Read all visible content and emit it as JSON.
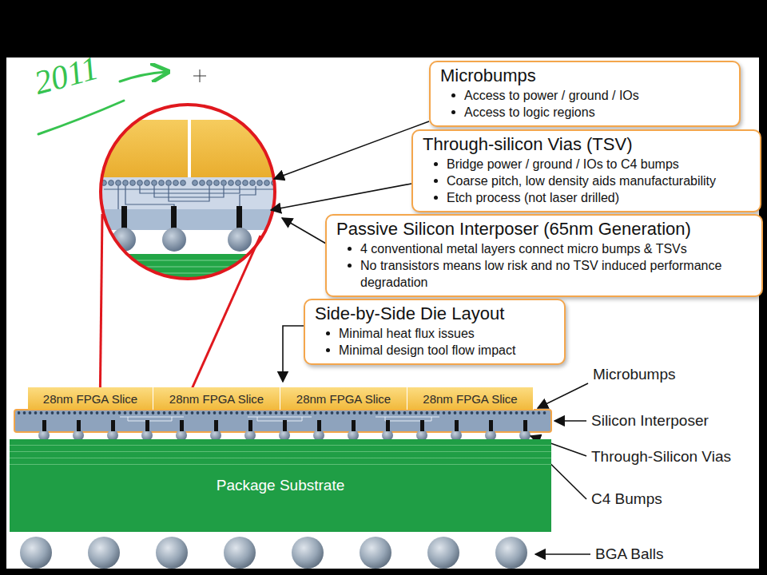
{
  "diagram": {
    "nodes": [
      {
        "text": [
          "Microbumps",
          "Access to power / ground / IOs",
          "Access to logic regions"
        ]
      },
      {
        "text": [
          "Through-silicon Vias (TSV)",
          "Bridge power / ground / IOs to C4 bumps",
          "Coarse pitch, low density aids manufacturability",
          "Etch process (not laser drilled)"
        ]
      },
      {
        "text": [
          "Passive Silicon Interposer (65nm Generation)",
          "4 conventional metal layers connect micro bumps & TSVs",
          "No transistors means low risk and no TSV induced performance degradation"
        ]
      },
      {
        "text": [
          "Side-by-Side Die Layout",
          "Minimal heat flux issues",
          "Minimal design tool flow impact"
        ]
      },
      {
        "text": [
          "28nm FPGA Slice"
        ]
      },
      {
        "text": [
          "28nm FPGA Slice"
        ]
      },
      {
        "text": [
          "28nm FPGA Slice"
        ]
      },
      {
        "text": [
          "28nm FPGA Slice"
        ]
      },
      {
        "text": [
          "Package Substrate"
        ]
      }
    ],
    "labels": [
      "2011",
      "Microbumps",
      "Silicon Interposer",
      "Through-Silicon Vias",
      "C4 Bumps",
      "BGA Balls"
    ]
  }
}
